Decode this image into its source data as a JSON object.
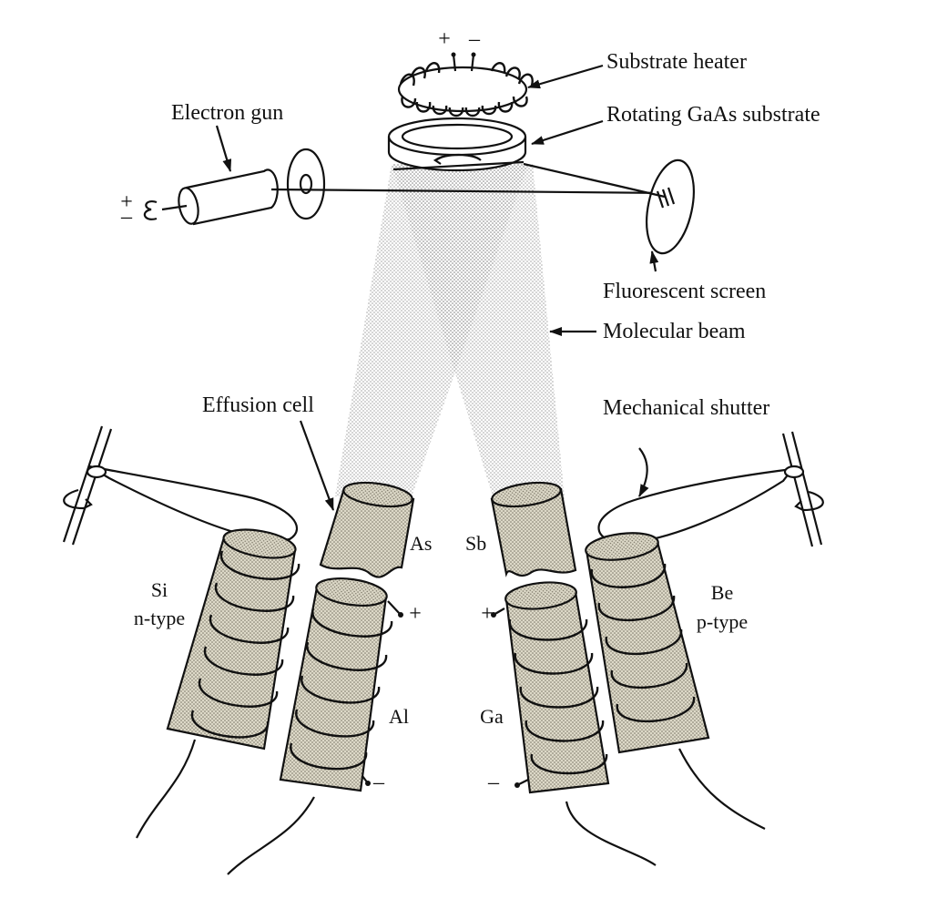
{
  "diagram": {
    "labels": {
      "substrate_heater": "Substrate heater",
      "rotating_substrate": "Rotating GaAs substrate",
      "electron_gun": "Electron gun",
      "fluorescent_screen": "Fluorescent screen",
      "molecular_beam": "Molecular beam",
      "effusion_cell": "Effusion cell",
      "mechanical_shutter": "Mechanical shutter"
    },
    "heater_polarity": {
      "plus": "+",
      "minus": "–"
    },
    "gun_polarity": {
      "plus": "+",
      "minus": "–"
    },
    "cells": {
      "as": "As",
      "sb": "Sb",
      "si": "Si",
      "si_type": "n-type",
      "al": "Al",
      "ga": "Ga",
      "be": "Be",
      "be_type": "p-type"
    },
    "terminals": {
      "al_plus": "+",
      "al_minus": "–",
      "ga_plus": "+",
      "ga_minus": "–"
    }
  }
}
